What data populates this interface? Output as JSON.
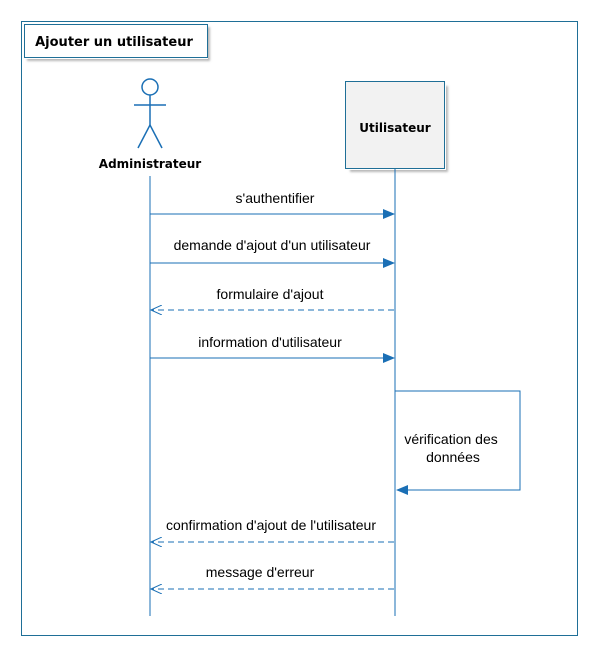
{
  "frame": {
    "title": "Ajouter un utilisateur"
  },
  "actor": {
    "label": "Administrateur"
  },
  "lifeline": {
    "label": "Utilisateur"
  },
  "messages": [
    {
      "label": "s'authentifier",
      "type": "sync"
    },
    {
      "label": "demande d'ajout d'un utilisateur",
      "type": "sync"
    },
    {
      "label": "formulaire d'ajout",
      "type": "reply"
    },
    {
      "label": "information d'utilisateur",
      "type": "sync"
    },
    {
      "label_lines": [
        "vérification des",
        "données"
      ],
      "type": "self"
    },
    {
      "label": "confirmation d'ajout de l'utilisateur",
      "type": "reply"
    },
    {
      "label": "message d'erreur",
      "type": "reply"
    }
  ],
  "colors": {
    "frame_border": "#1f6f97",
    "line": "#1a6fb5",
    "lifeline_box_fill": "#f2f2f2",
    "lifeline_box_border": "#1f6f97"
  }
}
